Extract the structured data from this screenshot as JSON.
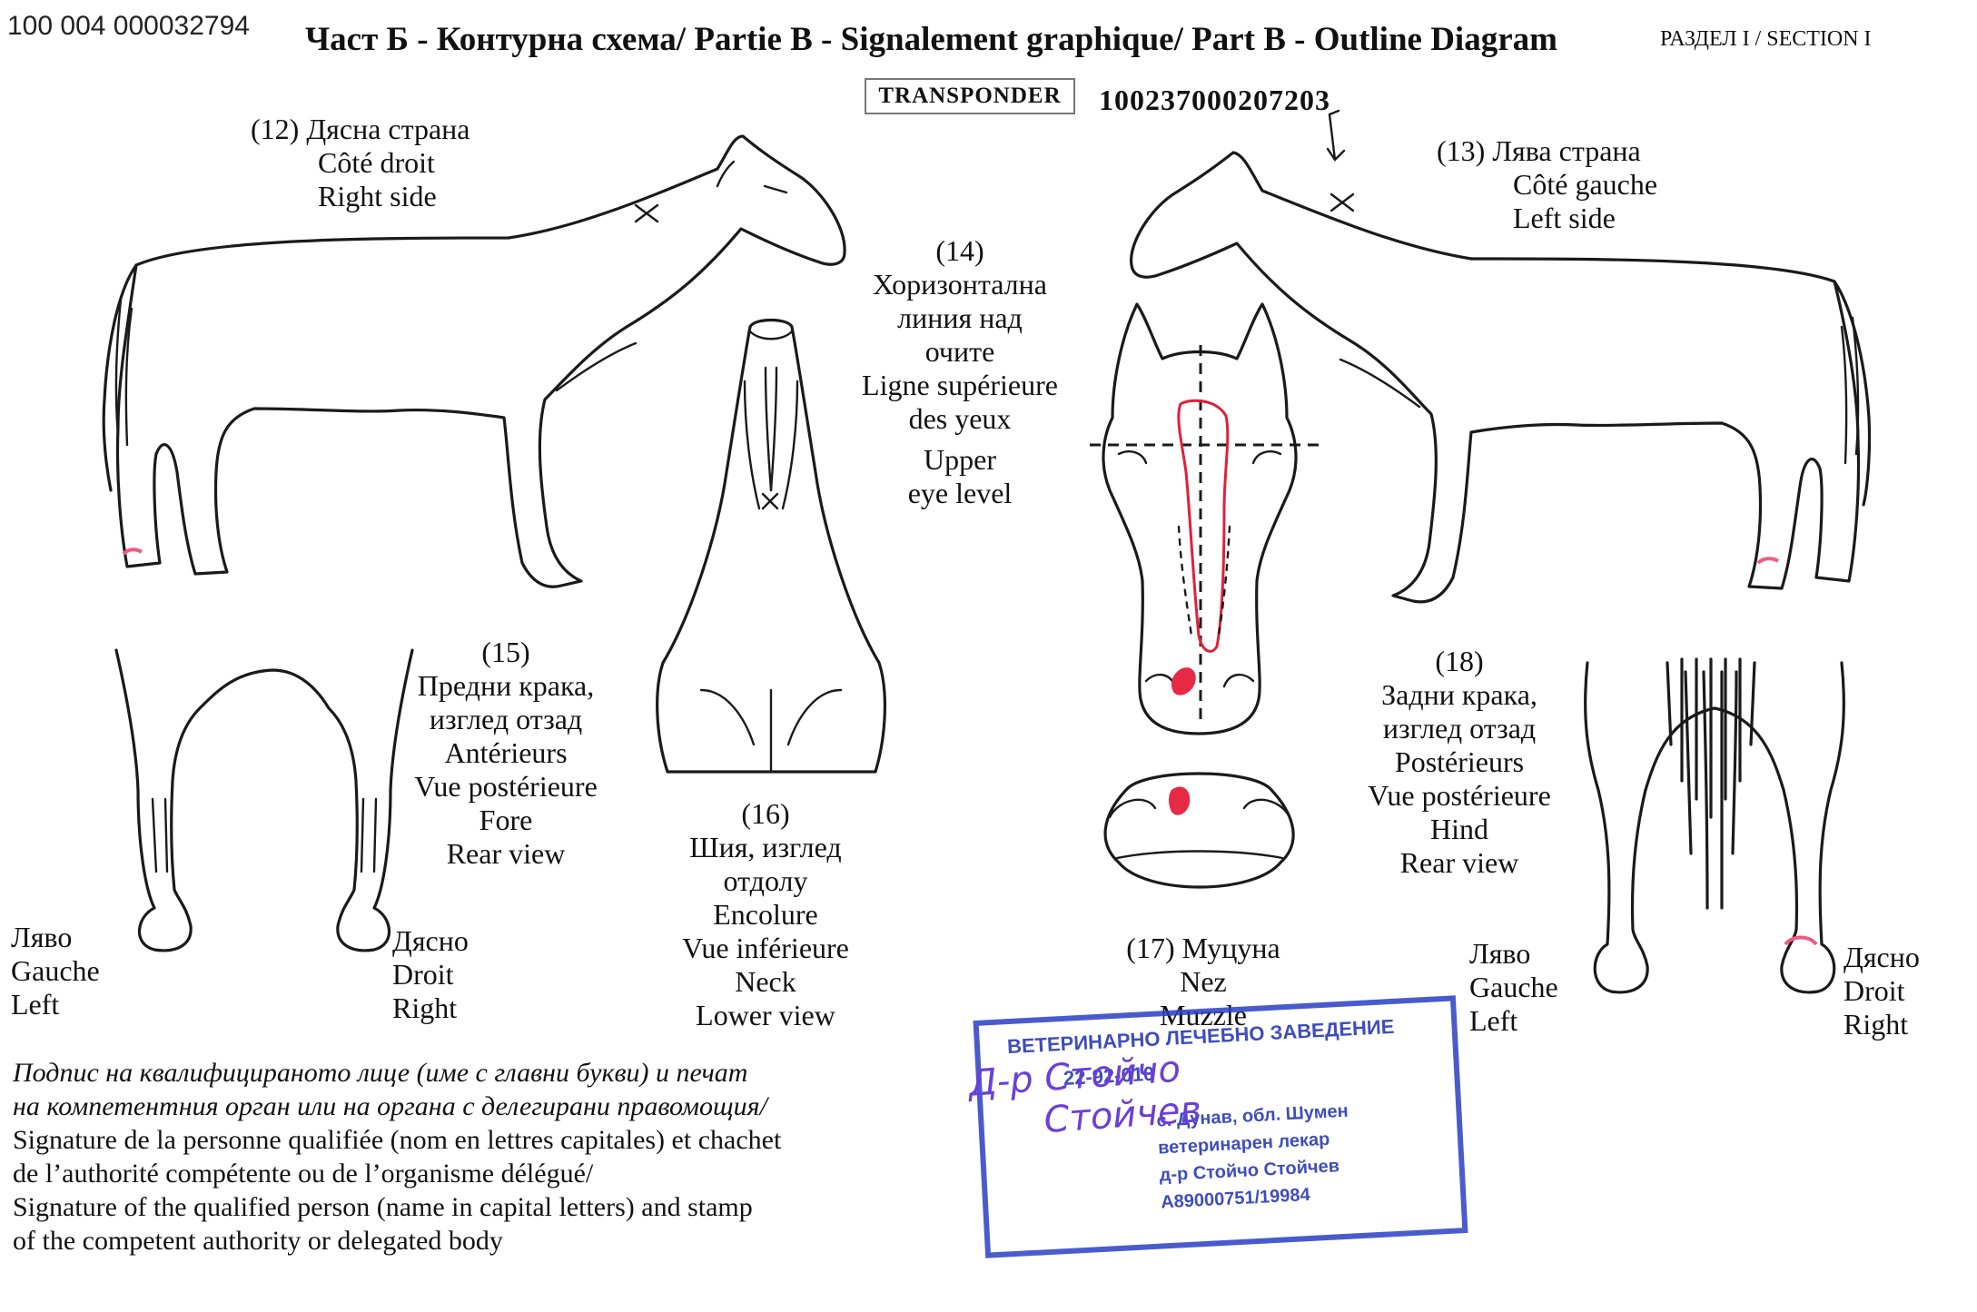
{
  "header": {
    "doc_id": "100 004 000032794",
    "title": "Част Б - Контурна схема/ Partie B - Signalement graphique/ Part B - Outline Diagram",
    "section": "РАЗДЕЛ I / SECTION I",
    "transponder_label": "TRANSPONDER",
    "transponder_number": "100237000207203"
  },
  "labels": {
    "right_side": [
      "(12)  Дясна страна",
      "Côté droit",
      "Right side"
    ],
    "left_side": [
      "(13)  Лява страна",
      "Côté gauche",
      "Left side"
    ],
    "eye_level": [
      "(14)",
      "Хоризонтална",
      "линия над",
      "очите",
      "Ligne supérieure",
      "des yeux",
      "Upper",
      "eye level"
    ],
    "fore_legs": [
      "(15)",
      "Предни крака,",
      "изглед отзад",
      "Antérieurs",
      "Vue postérieure",
      "Fore",
      "Rear view"
    ],
    "neck": [
      "(16)",
      "Шия, изглед",
      "отдолу",
      "Encolure",
      "Vue inférieure",
      "Neck",
      "Lower view"
    ],
    "muzzle": [
      "(17) Муцуна",
      "Nez",
      "Muzzle"
    ],
    "hind_legs": [
      "(18)",
      "Задни крака,",
      "изглед отзад",
      "Postérieurs",
      "Vue postérieure",
      "Hind",
      "Rear view"
    ],
    "fore_left": [
      "Ляво",
      "Gauche",
      "Left"
    ],
    "fore_right": [
      "Дясно",
      "Droit",
      "Right"
    ],
    "hind_left": [
      "Ляво",
      "Gauche",
      "Left"
    ],
    "hind_right": [
      "Дясно",
      "Droit",
      "Right"
    ]
  },
  "signature": {
    "lines": [
      "Подпис на квалифицираното лице (име с главни букви) и печат",
      "на компетентния орган или на органа с делегирани правомощия/",
      "Signature de la personne qualifiée (nom en lettres capitales) et chachet",
      "de l’authorité compétente ou de l’organisme délégué/",
      "Signature of the qualified person (name in capital letters) and stamp",
      "of the competent authority or delegated body"
    ],
    "handwritten": [
      "Д-р Стойчо",
      "Стойчев"
    ]
  },
  "stamp": {
    "lines": [
      "ВЕТЕРИНАРНО ЛЕЧЕБНО ЗАВЕДЕНИЕ",
      "22-92-010",
      "с. Дунав, обл. Шумен",
      "ветеринарен лекар",
      "д-р Стойчо Стойчев",
      "А89000751/19984"
    ]
  },
  "colors": {
    "ink": "#1a1a1a",
    "marking_red": "#e0203a",
    "stamp_blue": "#2a3fc4",
    "pen_violet": "#6a3fd8"
  }
}
